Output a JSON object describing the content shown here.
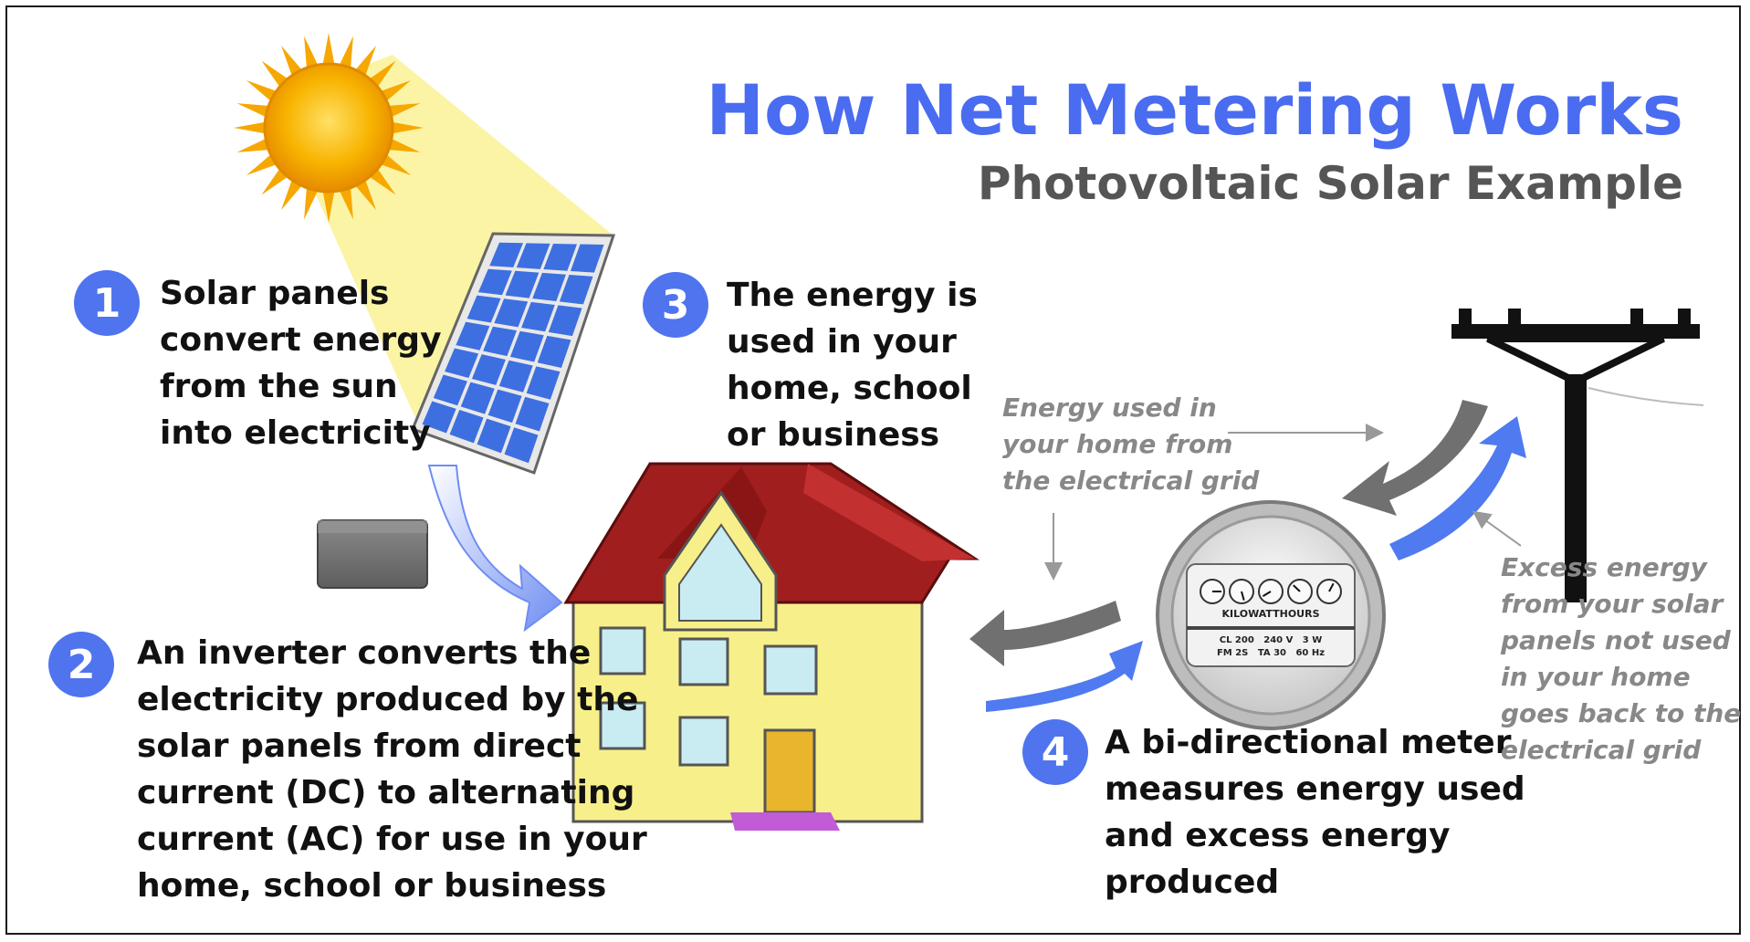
{
  "title": "How Net Metering Works",
  "subtitle": "Photovoltaic Solar Example",
  "steps": [
    {
      "number": "1",
      "lines": [
        "Solar panels",
        "convert energy",
        "from the sun",
        "into electricity"
      ]
    },
    {
      "number": "2",
      "lines": [
        "An inverter converts the",
        "electricity produced by the",
        "solar panels from direct",
        "current (DC) to alternating",
        "current (AC) for use in your",
        "home, school or business"
      ]
    },
    {
      "number": "3",
      "lines": [
        "The energy is",
        "used in your",
        "home, school",
        "or business"
      ]
    },
    {
      "number": "4",
      "lines": [
        "A bi-directional meter",
        "measures energy used",
        "and excess energy",
        "produced"
      ]
    }
  ],
  "annotations": {
    "grid_in": [
      "Energy used in",
      "your home from",
      "the electrical grid"
    ],
    "grid_out": [
      "Excess energy",
      "from your solar",
      "panels not used",
      "in your home",
      "goes back to the",
      "electrical grid"
    ]
  },
  "meter": {
    "label": "KILOWATTHOURS",
    "spec_line1": "CL 200   240 V   3 W",
    "spec_line2": "FM 2S   TA 30   60 Hz"
  },
  "colors": {
    "title": "#4a6cf0",
    "subtitle": "#555555",
    "badge": "#4f74ee",
    "arrow_blue": "#4f7af0",
    "arrow_gray": "#707070",
    "annotation": "#888888",
    "roof": "#a01e1e",
    "house_wall": "#f7f08a",
    "sun": "#f6a800",
    "sunbeam": "#fbf3a0",
    "panel": "#3d6fe0"
  }
}
